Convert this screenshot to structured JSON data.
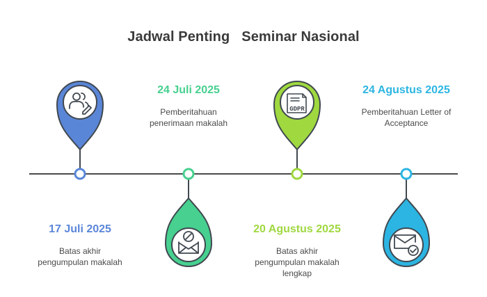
{
  "title": "Jadwal Penting   Seminar Nasional",
  "events": [
    {
      "date": "17 Juli 2025",
      "desc_lines": [
        "Batas akhir",
        "pengumpulan makalah"
      ],
      "color": "#5a86d8",
      "icon": "users-edit-icon"
    },
    {
      "date": "24 Juli 2025",
      "desc_lines": [
        "Pemberitahuan",
        "penerimaan makalah"
      ],
      "color": "#47d08f",
      "icon": "blocked-mail-icon"
    },
    {
      "date": "20 Agustus 2025",
      "desc_lines": [
        "Batas akhir",
        "pengumpulan makalah",
        "lengkap"
      ],
      "color": "#9fd83f",
      "icon": "gdpr-document-icon",
      "icon_text": "GDPR"
    },
    {
      "date": "24 Agustus 2025",
      "desc_lines": [
        "Pemberitahuan Letter of",
        "Acceptance"
      ],
      "color": "#2cb5e2",
      "icon": "mail-check-icon"
    }
  ]
}
